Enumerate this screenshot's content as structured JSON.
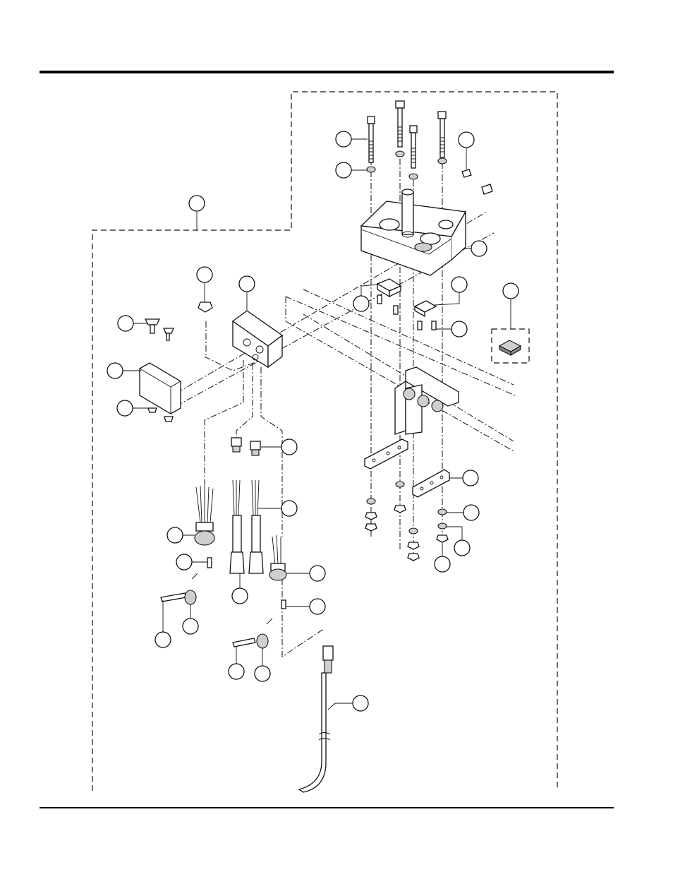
{
  "page": {
    "header_rule": true,
    "footer_rule": true
  },
  "diagram": {
    "kind": "exploded-parts-view",
    "callouts": [
      {
        "id": "callout-1"
      },
      {
        "id": "callout-2"
      },
      {
        "id": "callout-3"
      },
      {
        "id": "callout-4"
      },
      {
        "id": "callout-5"
      },
      {
        "id": "callout-6"
      },
      {
        "id": "callout-7"
      },
      {
        "id": "callout-8"
      },
      {
        "id": "callout-9"
      },
      {
        "id": "callout-10"
      },
      {
        "id": "callout-11"
      },
      {
        "id": "callout-12"
      },
      {
        "id": "callout-13"
      },
      {
        "id": "callout-14"
      },
      {
        "id": "callout-15"
      },
      {
        "id": "callout-16"
      },
      {
        "id": "callout-17"
      },
      {
        "id": "callout-18"
      },
      {
        "id": "callout-19"
      },
      {
        "id": "callout-20"
      },
      {
        "id": "callout-21"
      },
      {
        "id": "callout-22"
      },
      {
        "id": "callout-23"
      },
      {
        "id": "callout-24"
      },
      {
        "id": "callout-25"
      },
      {
        "id": "callout-26"
      },
      {
        "id": "callout-27"
      },
      {
        "id": "callout-28"
      },
      {
        "id": "callout-29"
      },
      {
        "id": "callout-30"
      },
      {
        "id": "callout-31"
      },
      {
        "id": "callout-32"
      }
    ]
  }
}
